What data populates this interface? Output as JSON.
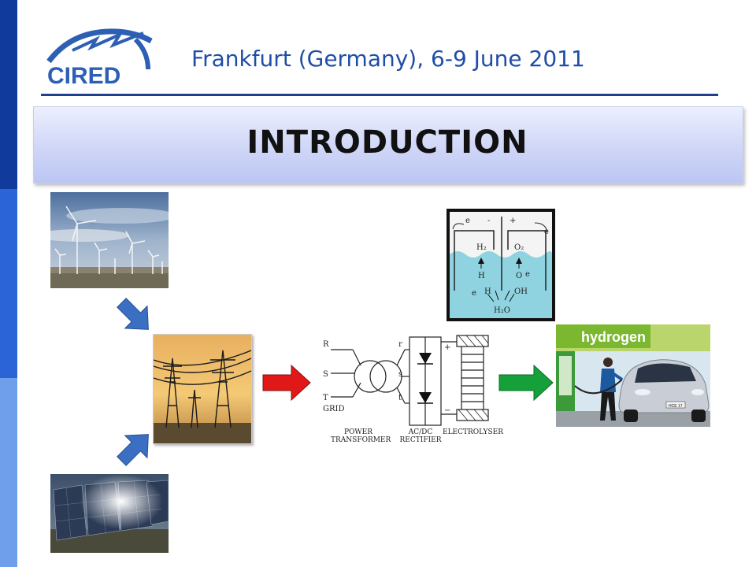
{
  "header": {
    "conference": "Frankfurt (Germany), 6-9 June 2011",
    "logo_text": "CIRED"
  },
  "title": "INTRODUCTION",
  "diagram": {
    "grid_label": "GRID",
    "phase_labels": [
      "R",
      "S",
      "T"
    ],
    "secondary_labels": [
      "r",
      "s",
      "t"
    ],
    "plus": "+",
    "minus": "−",
    "component_labels": [
      {
        "line1": "POWER",
        "line2": "TRANSFORMER"
      },
      {
        "line1": "AC/DC",
        "line2": "RECTIFIER"
      },
      {
        "line1": "ELECTROLYSER",
        "line2": ""
      }
    ]
  },
  "electrolysis": {
    "minus": "-",
    "plus": "+",
    "e_left": "e",
    "e_right": "e",
    "h2": "H₂",
    "o2": "O₂",
    "h": "H",
    "o": "O",
    "e_mid": "e",
    "e_low": "e",
    "h_low": "H",
    "oh": "OH",
    "h2o": "H₂O"
  },
  "station": {
    "sign": "hydrogen",
    "plate": "HCE 17"
  },
  "colors": {
    "sidebar_dark": "#103a9c",
    "sidebar_mid": "#2a64d6",
    "sidebar_light": "#6f9eea",
    "arrow_blue": "#3a6fc4",
    "arrow_red": "#e11818",
    "arrow_green": "#16a03a",
    "water": "#8fd3e0"
  }
}
